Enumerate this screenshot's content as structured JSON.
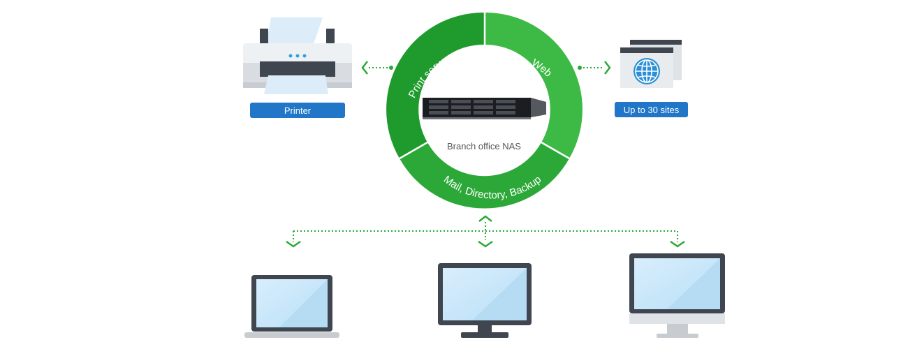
{
  "ring": {
    "print_server": "Print server",
    "web": "Web",
    "mail_directory_backup": "Mail, Directory, Backup",
    "colors": {
      "dark": "#1f9b2d",
      "mid": "#2ba838",
      "light": "#3cba45",
      "divider": "#ffffff"
    }
  },
  "center": {
    "label": "Branch office NAS",
    "icon": "nas-server-icon"
  },
  "printer": {
    "label": "Printer",
    "icon": "printer-icon"
  },
  "web_sites": {
    "label": "Up to 30 sites",
    "icon": "globe-browser-icon"
  },
  "clients": [
    {
      "icon": "laptop-icon"
    },
    {
      "icon": "desktop-monitor-icon"
    },
    {
      "icon": "imac-icon"
    }
  ],
  "colors": {
    "badge": "#2176c7",
    "connector": "#2ba838",
    "screen": "#cde9fb",
    "device_frame": "#3f4650"
  }
}
